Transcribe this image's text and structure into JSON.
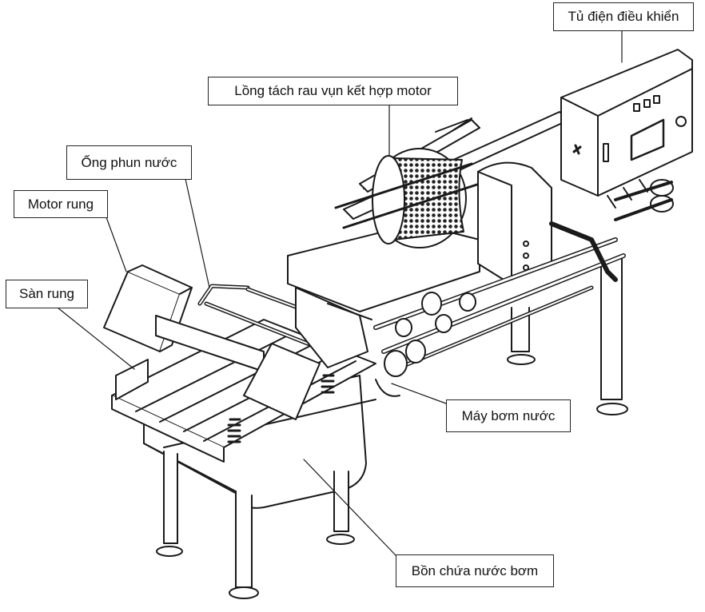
{
  "diagram": {
    "labels": {
      "control_box": "Tủ điện điều khiển",
      "drum": "Lồng tách rau vụn kết hợp motor",
      "spray_pipe": "Ống phun nước",
      "vibration_motor": "Motor rung",
      "vibrating_deck": "Sàn rung",
      "pump": "Máy bơm nước",
      "tank": "Bồn chứa nước bơm"
    }
  }
}
